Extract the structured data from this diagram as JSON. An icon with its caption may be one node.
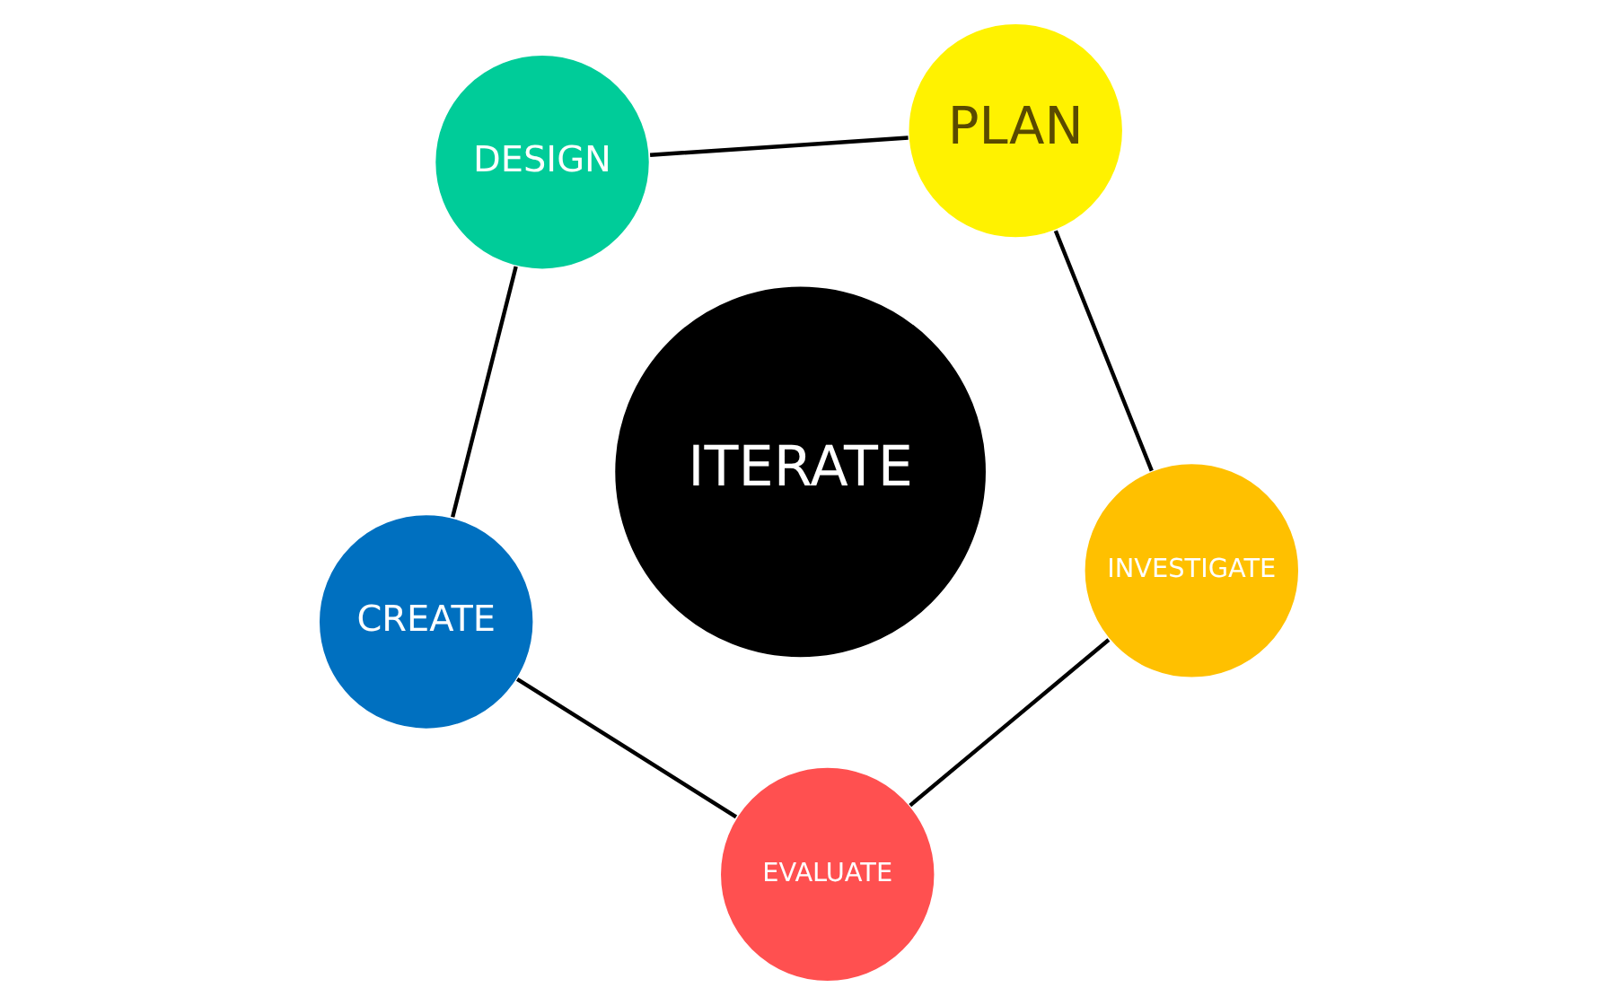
{
  "diagram": {
    "nodes": [
      {
        "text": [
          "INVESTIGATE"
        ]
      },
      {
        "text": [
          "PLAN"
        ]
      },
      {
        "text": [
          "DESIGN"
        ]
      },
      {
        "text": [
          "CREATE"
        ]
      },
      {
        "text": [
          "EVALUATE"
        ]
      },
      {
        "text": [
          "ITERATE"
        ]
      }
    ],
    "edges": [
      {
        "from": 0,
        "to": 1,
        "arrow": "none"
      },
      {
        "from": 1,
        "to": 2,
        "arrow": "none"
      },
      {
        "from": 2,
        "to": 3,
        "arrow": "none"
      },
      {
        "from": 3,
        "to": 4,
        "arrow": "none"
      },
      {
        "from": 4,
        "to": 0,
        "arrow": "none"
      }
    ]
  }
}
